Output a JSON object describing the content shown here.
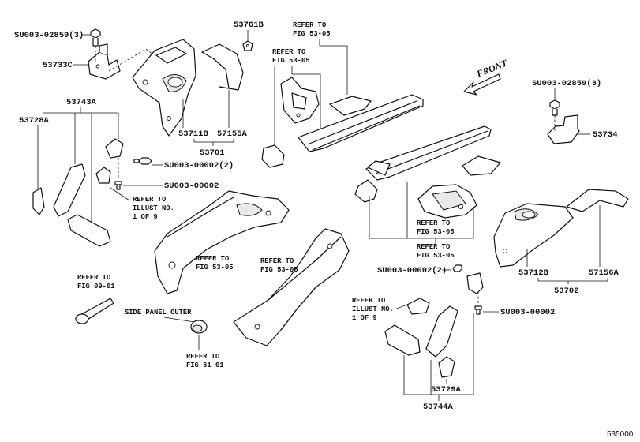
{
  "diagram": {
    "figure_id": "535000",
    "front_indicator": "FRONT",
    "labels": {
      "bolt_top_left": "SU003-02859(3)",
      "bolt_top_right": "SU003-02859(3)",
      "p53733c": "53733C",
      "p53761b": "53761B",
      "p53743a": "53743A",
      "p53728a": "53728A",
      "p53711b": "53711B",
      "p57155a": "57155A",
      "p53701": "53701",
      "p53734": "53734",
      "p53712b": "53712B",
      "p57156a": "57156A",
      "p53702": "53702",
      "p53729a": "53729A",
      "p53744a": "53744A",
      "bolt_su2_left": "SU003-00002(2)",
      "bolt_su_left": "SU003-00002",
      "bolt_su2_right": "SU003-00002(2)",
      "bolt_su_right": "SU003-00002",
      "side_panel_outer": "SIDE PANEL OUTER"
    },
    "refs": {
      "ref_top_a_1": "REFER TO",
      "ref_top_a_2": "FIG 53-05",
      "ref_top_b_1": "REFER TO",
      "ref_top_b_2": "FIG 53-05",
      "ref_illust_l_1": "REFER TO",
      "ref_illust_l_2": "ILLUST NO.",
      "ref_illust_l_3": "1 OF 9",
      "ref_mid_l_1": "REFER TO",
      "ref_mid_l_2": "FIG 53-05",
      "ref_mid_c_1": "REFER TO",
      "ref_mid_c_2": "FIG 53-05",
      "ref_mid_r1_1": "REFER TO",
      "ref_mid_r1_2": "FIG 53-05",
      "ref_mid_r2_1": "REFER TO",
      "ref_mid_r2_2": "FIG 53-05",
      "ref_fig09_1": "REFER TO",
      "ref_fig09_2": "FIG 09-01",
      "ref_fig61_1": "REFER TO",
      "ref_fig61_2": "FIG 61-01",
      "ref_illust_r_1": "REFER TO",
      "ref_illust_r_2": "ILLUST NO.",
      "ref_illust_r_3": "1 OF 9"
    }
  }
}
